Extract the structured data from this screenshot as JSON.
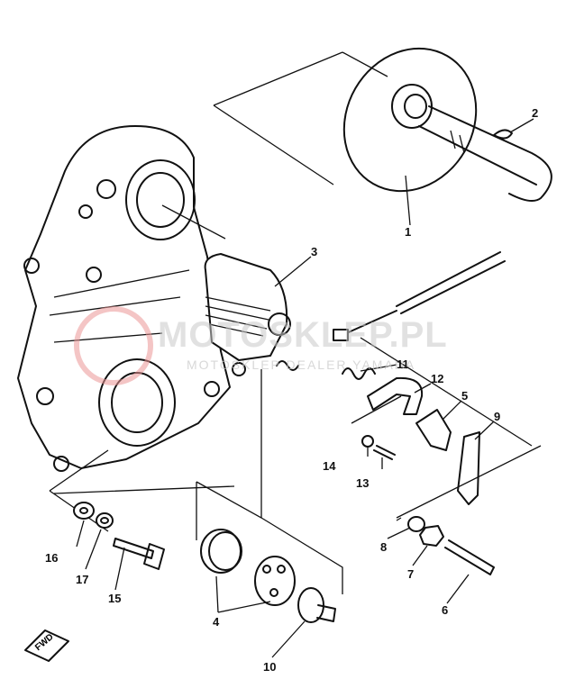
{
  "callouts": {
    "n1": "1",
    "n2": "2",
    "n3": "3",
    "n4": "4",
    "n5": "5",
    "n6": "6",
    "n7": "7",
    "n8": "8",
    "n9": "9",
    "n10": "10",
    "n11": "11",
    "n12": "12",
    "n13": "13",
    "n14": "14",
    "n15": "15",
    "n16": "16",
    "n17": "17"
  },
  "fwd_label": "FWD",
  "watermark": {
    "title": "MOTOSKLEP.PL",
    "subtitle": "MOTOSKLEP DEALER YAMAHA"
  },
  "colors": {
    "ink": "#111111",
    "watermark_logo": "#eb9696",
    "watermark_text": "#c8c8c8"
  }
}
